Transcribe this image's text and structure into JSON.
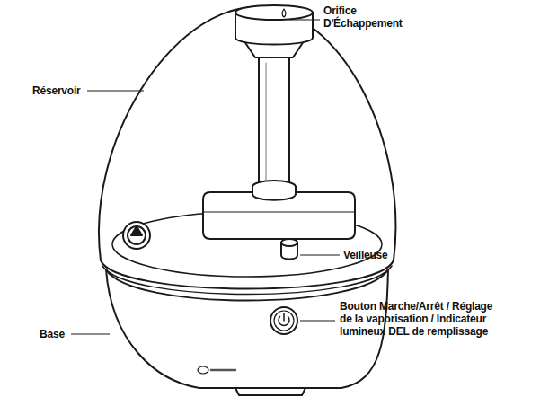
{
  "diagram": {
    "labels": [
      "Orifice D'Échappement",
      "Réservoir",
      "Veilleuse",
      "Bouton Marche/Arrêt / Réglage de la vaporisation / Indicateur lumineux DEL de remplissage",
      "Base"
    ]
  }
}
